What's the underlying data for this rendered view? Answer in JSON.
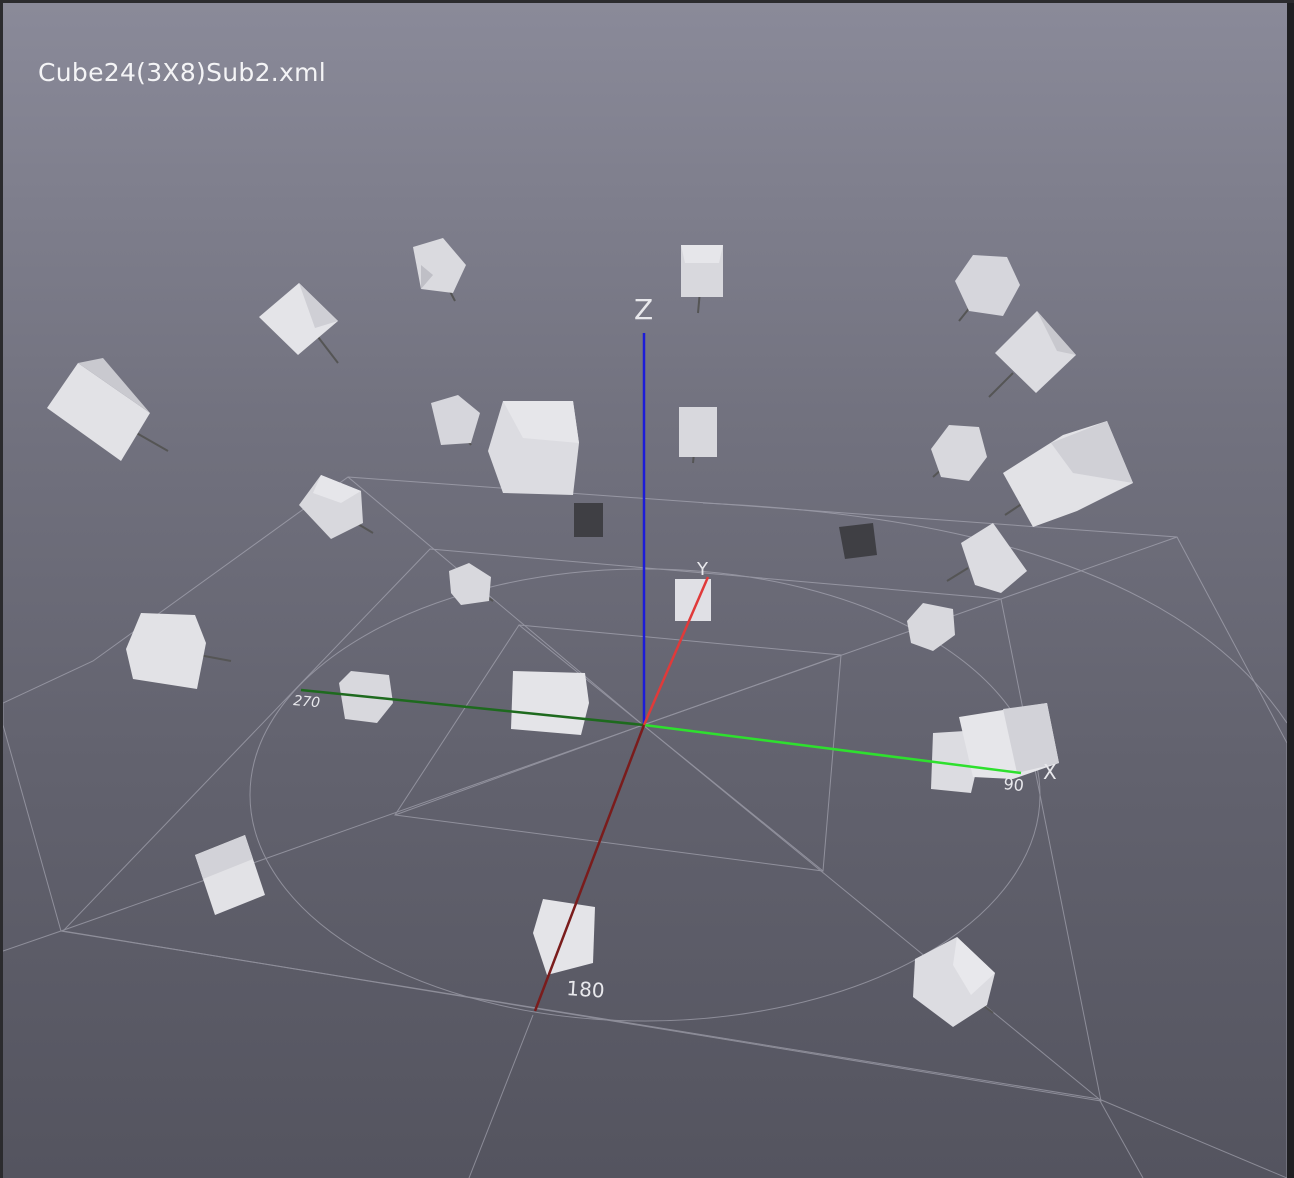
{
  "viewer": {
    "file_name": "Cube24(3X8)Sub2.xml"
  },
  "axes": {
    "z_label": "Z",
    "y_label": "Y",
    "x_label": "X",
    "z_color": "#1c1cd8",
    "x_color": "#2ee02e",
    "y_color": "#e03a3a"
  },
  "compass": {
    "label_90": "90",
    "label_180": "180",
    "label_270": "270"
  },
  "scene": {
    "object_count": 24,
    "object_shape": "cube",
    "highlighted_objects": 2
  }
}
